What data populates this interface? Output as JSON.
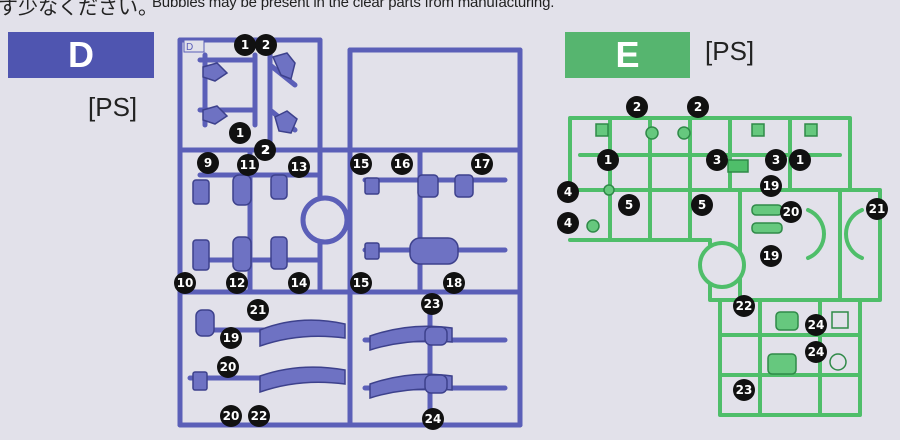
{
  "header": {
    "jp_text": "す少なください。",
    "en_text": "Bubbles may be present in the clear parts from manufacturing."
  },
  "runner_d": {
    "label": "D",
    "plastic": "[PS]",
    "color": "#5b5fb8",
    "gate_tag": "D",
    "part_numbers": [
      "1",
      "2",
      "1",
      "2",
      "9",
      "11",
      "2",
      "13",
      "15",
      "16",
      "17",
      "10",
      "12",
      "14",
      "15",
      "18",
      "21",
      "19",
      "20",
      "20",
      "22",
      "23",
      "24"
    ]
  },
  "runner_e": {
    "label": "E",
    "plastic": "[PS]",
    "color": "#4fbe6a",
    "part_numbers": [
      "2",
      "2",
      "1",
      "3",
      "3",
      "1",
      "19",
      "4",
      "5",
      "5",
      "20",
      "21",
      "4",
      "19",
      "22",
      "24",
      "24",
      "23"
    ]
  }
}
